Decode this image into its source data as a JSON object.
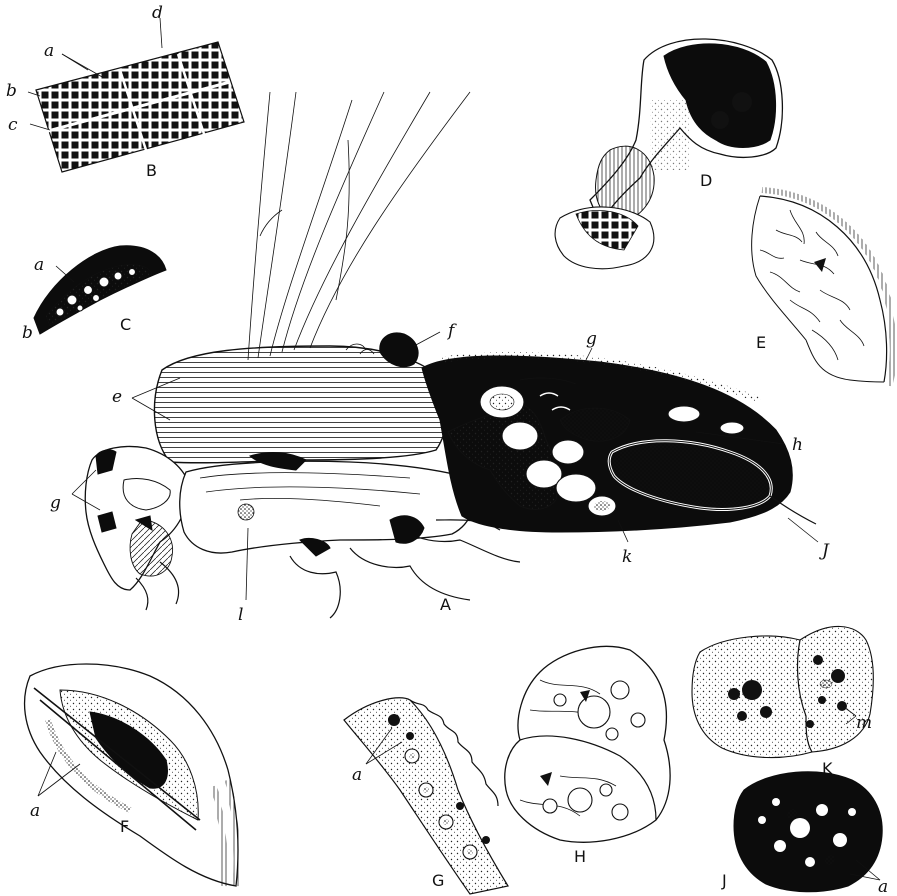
{
  "figures": {
    "A": {
      "caption": "A",
      "labels": [
        "e",
        "f",
        "g",
        "g",
        "h",
        "J",
        "k",
        "l"
      ]
    },
    "B": {
      "caption": "B",
      "labels": [
        "a",
        "b",
        "c",
        "d"
      ]
    },
    "C": {
      "caption": "C",
      "labels": [
        "a",
        "b"
      ]
    },
    "D": {
      "caption": "D"
    },
    "E": {
      "caption": "E"
    },
    "F": {
      "caption": "F",
      "labels": [
        "a"
      ]
    },
    "G": {
      "caption": "G",
      "labels": [
        "a"
      ]
    },
    "H": {
      "caption": "H"
    },
    "J": {
      "caption": "J",
      "labels": [
        "a"
      ]
    },
    "K": {
      "caption": "K",
      "labels": [
        "m"
      ]
    }
  }
}
